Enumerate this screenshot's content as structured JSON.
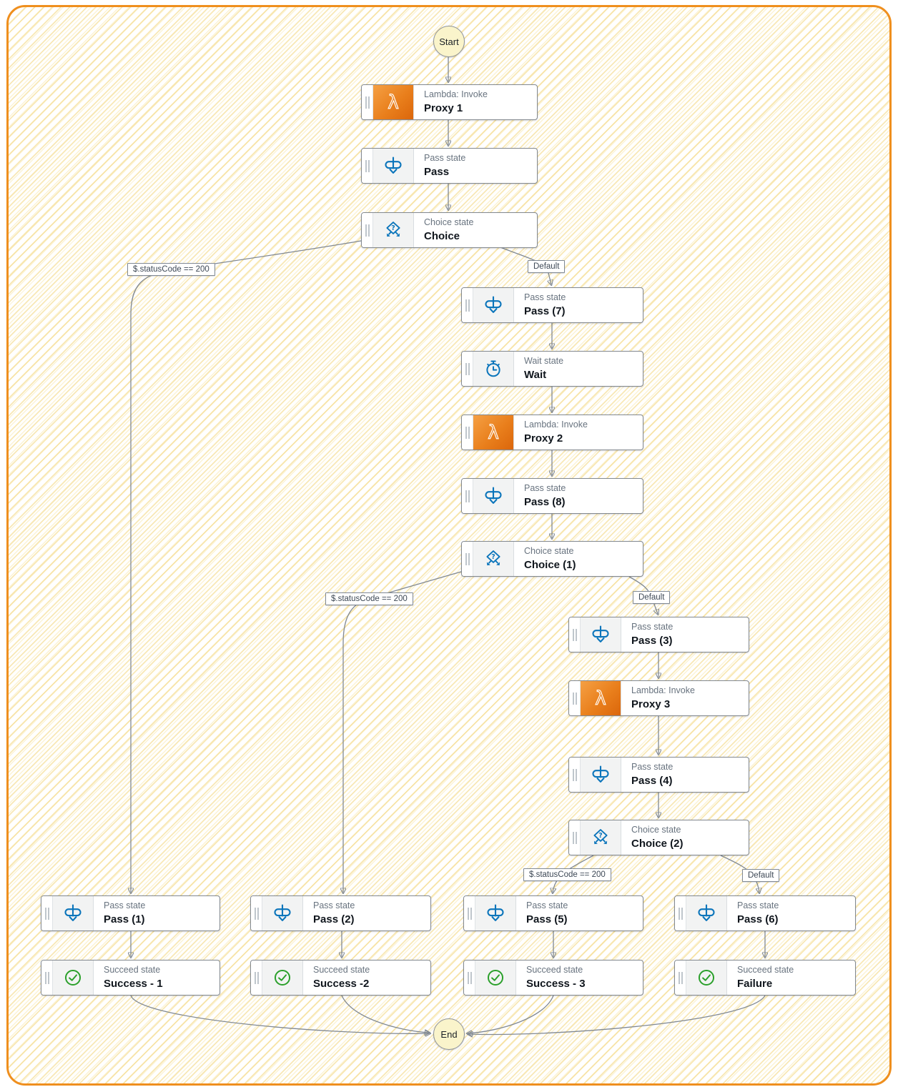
{
  "workflow": {
    "start": "Start",
    "end": "End",
    "states": {
      "proxy1": {
        "type": "Lambda: Invoke",
        "name": "Proxy 1"
      },
      "pass": {
        "type": "Pass state",
        "name": "Pass"
      },
      "choice": {
        "type": "Choice state",
        "name": "Choice"
      },
      "pass7": {
        "type": "Pass state",
        "name": "Pass (7)"
      },
      "wait": {
        "type": "Wait state",
        "name": "Wait"
      },
      "proxy2": {
        "type": "Lambda: Invoke",
        "name": "Proxy 2"
      },
      "pass8": {
        "type": "Pass state",
        "name": "Pass (8)"
      },
      "choice1": {
        "type": "Choice state",
        "name": "Choice (1)"
      },
      "pass3": {
        "type": "Pass state",
        "name": "Pass (3)"
      },
      "proxy3": {
        "type": "Lambda: Invoke",
        "name": "Proxy 3"
      },
      "pass4": {
        "type": "Pass state",
        "name": "Pass (4)"
      },
      "choice2": {
        "type": "Choice state",
        "name": "Choice (2)"
      },
      "pass1": {
        "type": "Pass state",
        "name": "Pass (1)"
      },
      "pass2": {
        "type": "Pass state",
        "name": "Pass (2)"
      },
      "pass5": {
        "type": "Pass state",
        "name": "Pass (5)"
      },
      "pass6": {
        "type": "Pass state",
        "name": "Pass (6)"
      },
      "success1": {
        "type": "Succeed state",
        "name": "Success - 1"
      },
      "success2": {
        "type": "Succeed state",
        "name": "Success -2"
      },
      "success3": {
        "type": "Succeed state",
        "name": "Success - 3"
      },
      "failure": {
        "type": "Succeed state",
        "name": "Failure"
      }
    },
    "edge_labels": {
      "choice_rule": "$.statusCode == 200",
      "choice_default": "Default",
      "choice1_rule": "$.statusCode == 200",
      "choice1_default": "Default",
      "choice2_rule": "$.statusCode == 200",
      "choice2_default": "Default"
    },
    "colors": {
      "accent_blue": "#0B75BB",
      "success_green": "#2BA02B",
      "lambda_orange_from": "#F5A044",
      "lambda_orange_to": "#DB660B",
      "canvas_border": "#EF8F1E",
      "hatch_yellow": "#F3D57A",
      "terminal_fill": "#FAF4CB",
      "edge_gray": "#818992"
    }
  }
}
